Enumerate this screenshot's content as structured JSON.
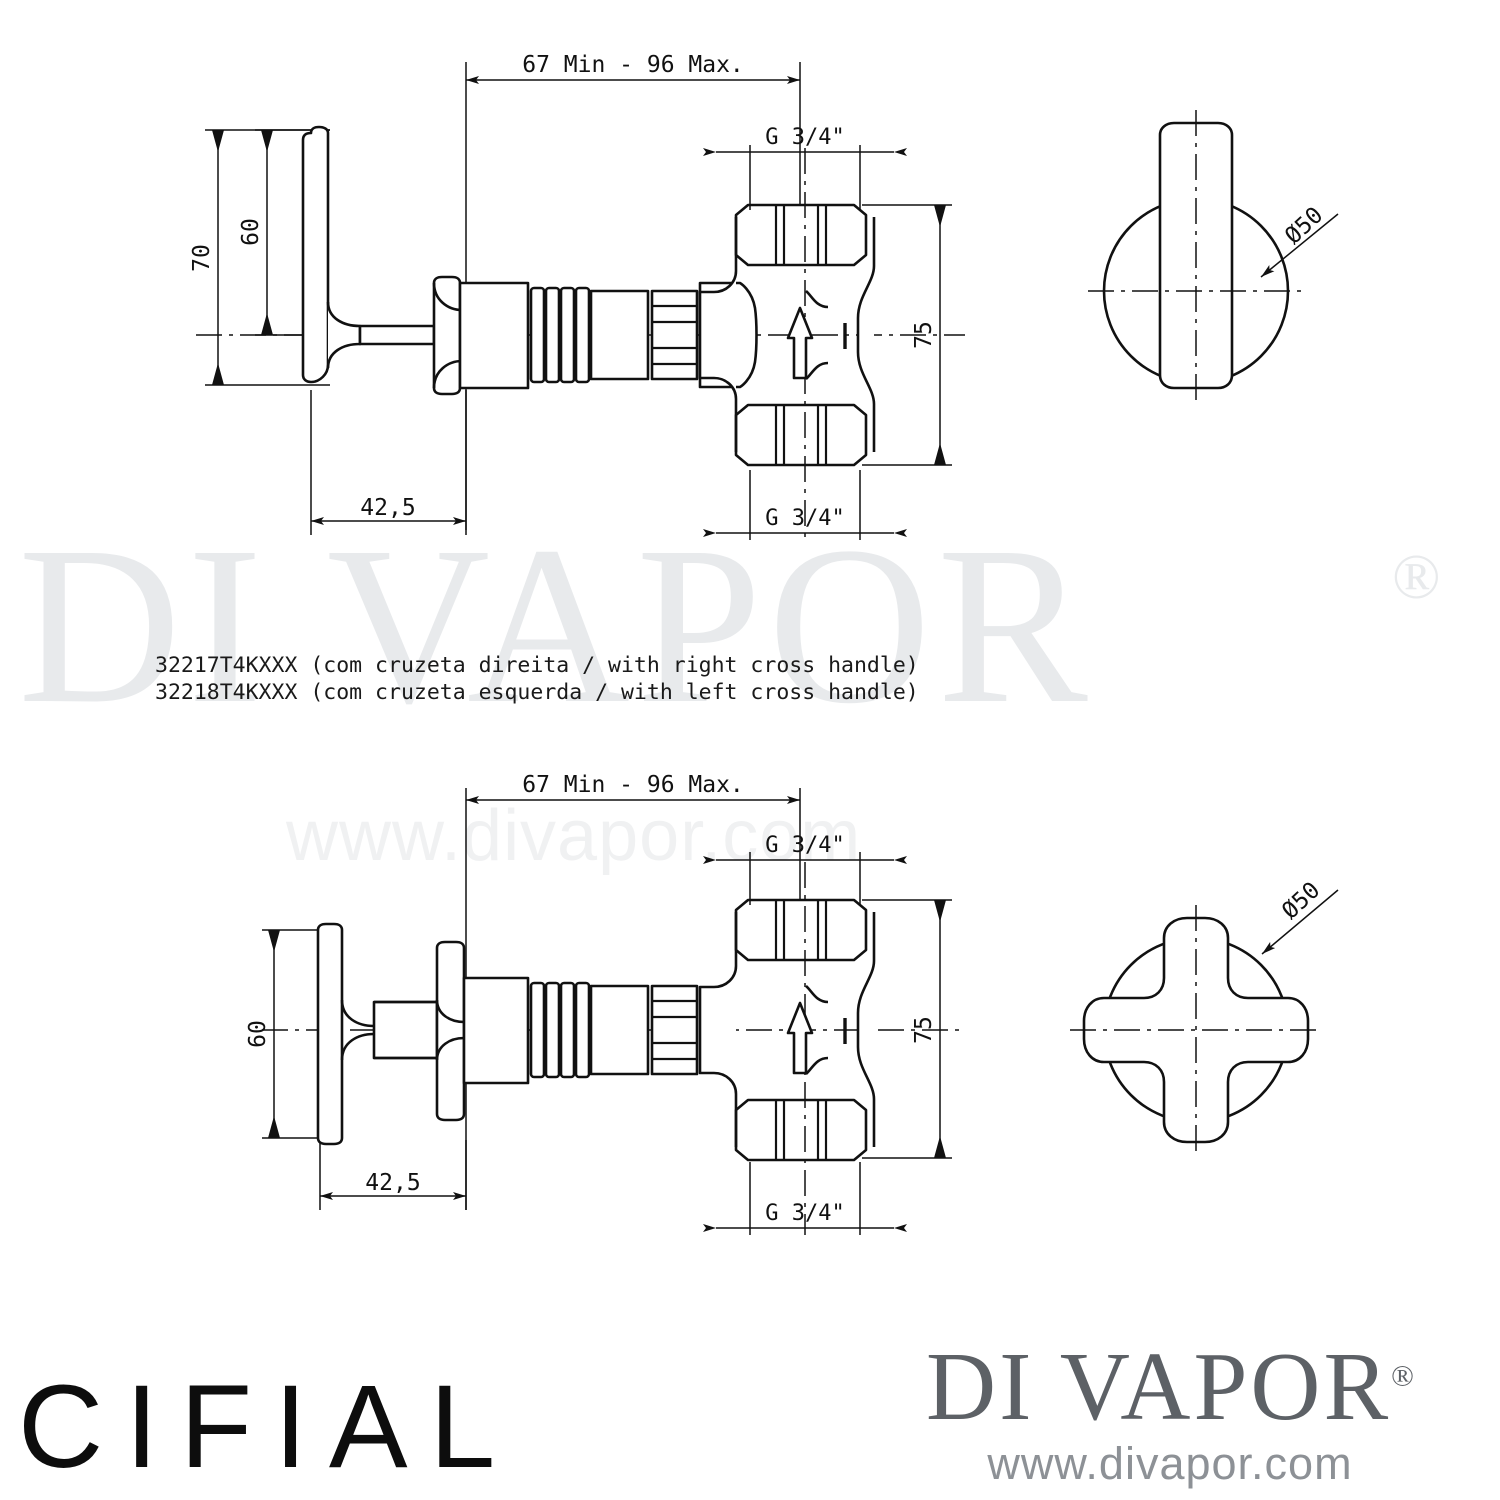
{
  "document": {
    "type": "technical-drawing",
    "title": "Cifial valve dimension drawing"
  },
  "product_codes": {
    "line1": "32217T4KXXX (com cruzeta direita / with right cross handle)",
    "line2": "32218T4KXXX (com cruzeta esquerda / with left cross handle)"
  },
  "views": {
    "lever": {
      "name": "Lever handle valve - side elevation",
      "dimensions": {
        "projection": "67 Min - 96 Max.",
        "height_total": "70",
        "height_center": "60",
        "handle_depth": "42,5",
        "body_height": "75",
        "thread_top": "G 3/4\"",
        "thread_bottom": "G 3/4\""
      }
    },
    "lever_front": {
      "name": "Lever handle valve - front view",
      "dimensions": {
        "escutcheon_dia": "Ø50"
      }
    },
    "cross": {
      "name": "Cross handle valve - side elevation",
      "dimensions": {
        "projection": "67 Min - 96 Max.",
        "height_center": "60",
        "handle_depth": "42,5",
        "body_height": "75",
        "thread_top": "G 3/4\"",
        "thread_bottom": "G 3/4\""
      }
    },
    "cross_front": {
      "name": "Cross handle valve - front view",
      "dimensions": {
        "escutcheon_dia": "Ø50"
      }
    }
  },
  "watermark": {
    "brand": "DI VAPOR",
    "registered": "®",
    "url": "www.divapor.com"
  },
  "footer": {
    "manufacturer_logo": "CIFIAL",
    "retailer_brand": "DI VAPOR",
    "retailer_registered": "®",
    "retailer_url": "www.divapor.com"
  },
  "colors": {
    "line": "#111111",
    "watermark": "#e8eaec",
    "watermark_url": "#f0f1f2",
    "logo_gray": "#5d6166",
    "logo_url_gray": "#8d9196"
  }
}
